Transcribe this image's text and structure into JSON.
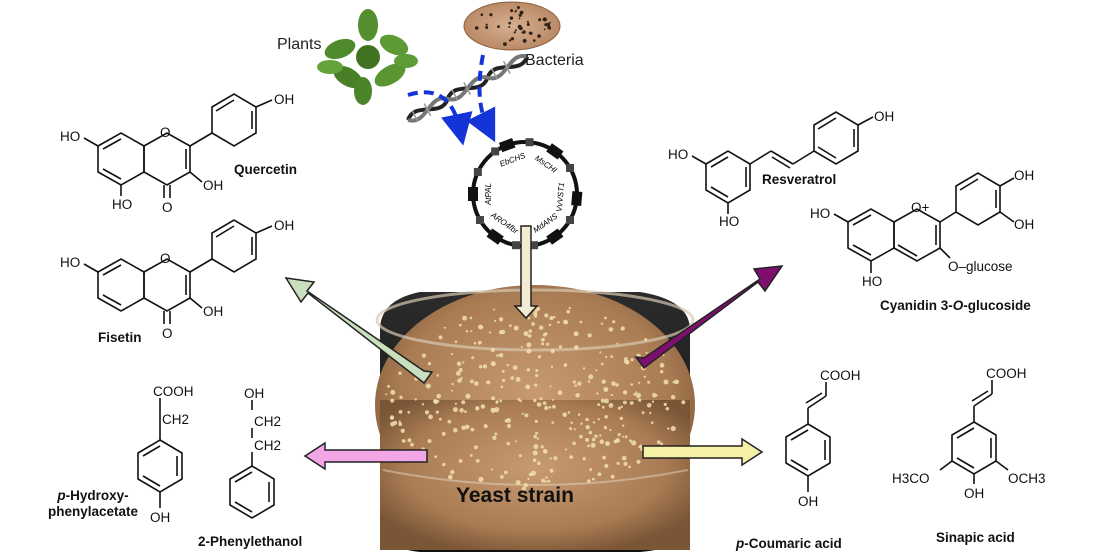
{
  "sources": {
    "plants": "Plants",
    "bacteria": "Bacteria"
  },
  "center": {
    "label": "Yeast strain"
  },
  "plasmid": {
    "genes": [
      "EbCHS",
      "MsCHI",
      "VvVST1",
      "MdANS",
      "ARO4fbr",
      "AtPAL"
    ]
  },
  "compounds": {
    "quercetin": {
      "name": "Quercetin"
    },
    "fisetin": {
      "name": "Fisetin"
    },
    "resveratrol": {
      "name": "Resveratrol"
    },
    "cyanidin": {
      "name": "Cyanidin 3-O-glucoside",
      "prefix": "Cyanidin 3-",
      "italic": "O",
      "suffix": "-glucoside"
    },
    "hydroxyphenylacetate": {
      "italic": "p",
      "line1": "-Hydroxy-",
      "line2": "phenylacetate"
    },
    "phenylethanol": {
      "name": "2-Phenylethanol"
    },
    "coumaric": {
      "italic": "p",
      "suffix": "-Coumaric acid"
    },
    "sinapic": {
      "name": "Sinapic acid"
    }
  },
  "atoms": {
    "oh": "OH",
    "ho": "HO",
    "o": "O",
    "cooh": "COOH",
    "ch2": "CH2",
    "oplus": "O+",
    "oglucose": "O–glucose",
    "h3co": "H3CO",
    "och3": "OCH3"
  },
  "colors": {
    "arrow_fisetin": "#c9dfbd",
    "arrow_anthocyanin": "#7e0f6e",
    "arrow_phenylethanol": "#f3a6e6",
    "arrow_coumaric": "#f4f0a6",
    "arrow_plasmid": "#f3ecd2",
    "dna_arrows": "#1434d8",
    "plate": "#b0865e"
  }
}
